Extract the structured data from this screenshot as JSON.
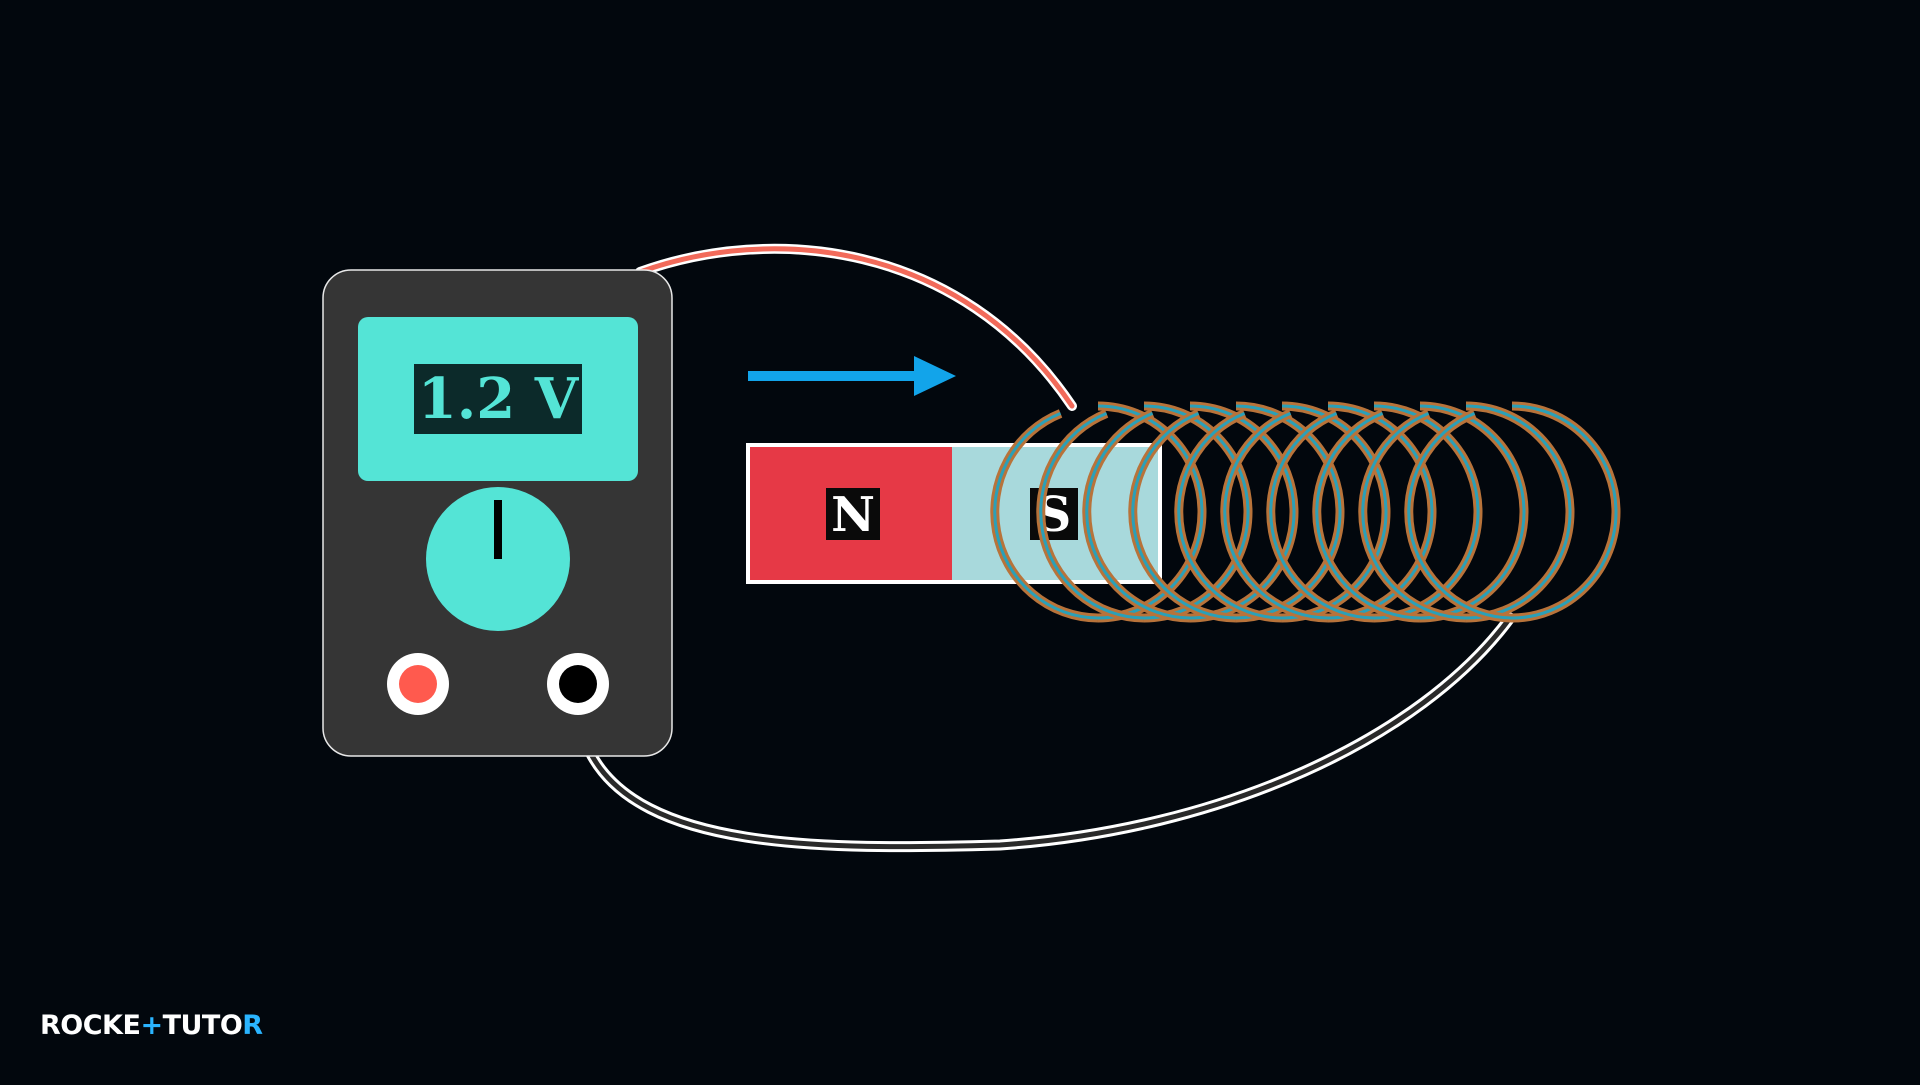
{
  "meter": {
    "reading": "1.2 V"
  },
  "magnet": {
    "north_label": "N",
    "south_label": "S"
  },
  "coil": {
    "turns": 10
  },
  "motion_arrow": {
    "direction": "right",
    "icon": "arrow-right-icon"
  },
  "brand": {
    "part1": "ROCKE",
    "plus": "+",
    "part2": "TUTO",
    "part3": "R"
  },
  "colors": {
    "background": "#02070d",
    "meter_body": "#353535",
    "meter_accent": "#54e4d6",
    "display_digits_bg": "#0c2a2a",
    "north_pole": "#e63946",
    "south_pole": "#a8d9dc",
    "coil_copper": "#b8733a",
    "coil_inner": "#2aa0b8",
    "arrow": "#12a4ea",
    "wire_red": "#f26a5a",
    "wire_black": "#2a2a2a",
    "terminal_red": "#ff5a4e",
    "terminal_black": "#000000"
  }
}
